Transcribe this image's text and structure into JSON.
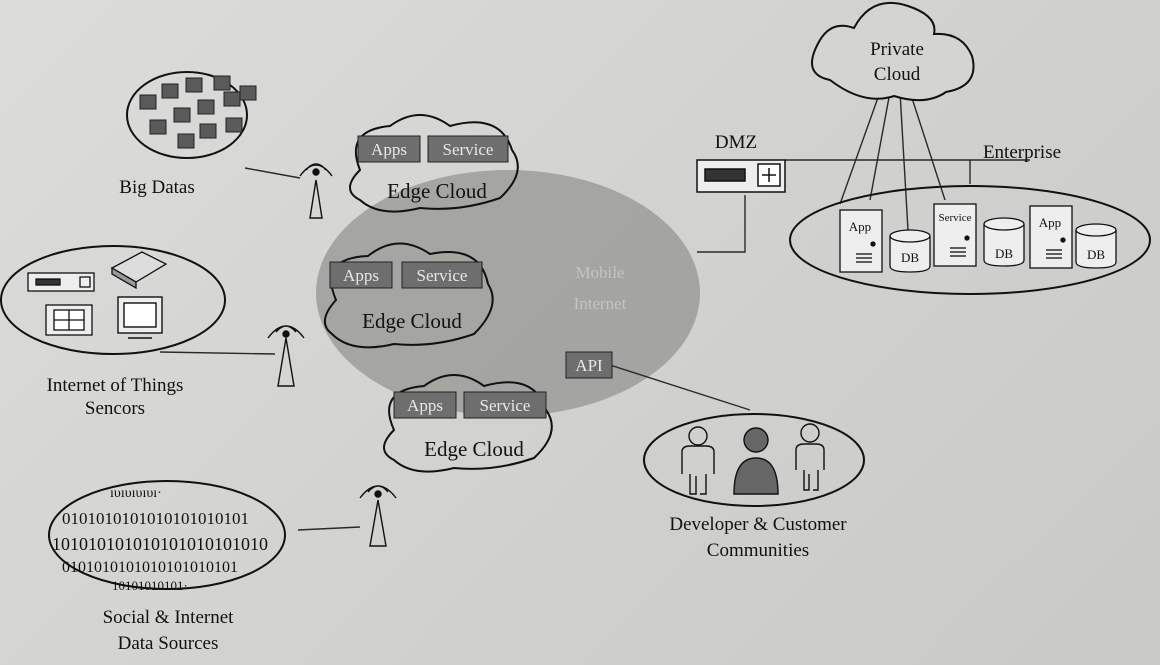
{
  "labels": {
    "big_datas": "Big Datas",
    "iot_line1": "Internet of Things",
    "iot_line2": "Sencors",
    "social_line1": "Social & Internet",
    "social_line2": "Data Sources",
    "private_line1": "Private",
    "private_line2": "Cloud",
    "dmz": "DMZ",
    "enterprise": "Enterprise",
    "mobile_line1": "Mobile",
    "mobile_line2": "Internet",
    "api": "API",
    "dev_line1": "Developer & Customer",
    "dev_line2": "Communities"
  },
  "edge_clouds": [
    {
      "label": "Edge Cloud",
      "apps": "Apps",
      "service": "Service"
    },
    {
      "label": "Edge Cloud",
      "apps": "Apps",
      "service": "Service"
    },
    {
      "label": "Edge Cloud",
      "apps": "Apps",
      "service": "Service"
    }
  ],
  "enterprise_servers": [
    {
      "name": "App",
      "db": "DB"
    },
    {
      "name": "Service",
      "db": "DB"
    },
    {
      "name": "App",
      "db": "DB"
    }
  ],
  "binary_rows": [
    "ıυıυıυıυı·",
    "0101010101010101010101",
    "101010101010101010101010",
    "0101010101010101010101",
    "10101010101·"
  ],
  "colors": {
    "mobile_internet": "#9c9c9a",
    "tag_fill": "#6e6e6e",
    "line": "#2a2a2a"
  }
}
